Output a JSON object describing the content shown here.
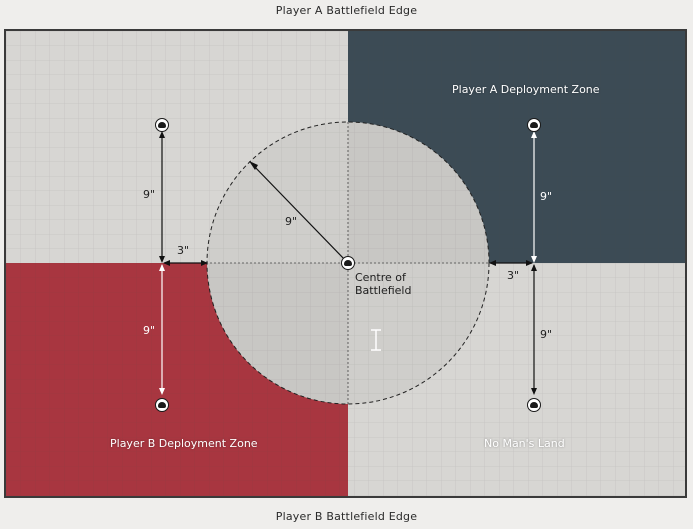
{
  "edges": {
    "top": "Player A Battlefield Edge",
    "bottom": "Player B Battlefield Edge"
  },
  "zones": {
    "player_a": "Player A Deployment Zone",
    "player_b": "Player B Deployment Zone",
    "no_mans_land": "No Man's Land"
  },
  "centre": {
    "line1": "Centre of",
    "line2": "Battlefield"
  },
  "distances": {
    "upper_left": "9\"",
    "lower_left": "9\"",
    "left_gap": "3\"",
    "radius": "9\"",
    "upper_right": "9\"",
    "right_gap": "3\"",
    "lower_right": "9\""
  },
  "colors": {
    "player_a_zone": "#3c4b55",
    "player_b_zone": "#a83640",
    "neutral": "#d7d6d3",
    "circle_fill": "#c9c8c5"
  },
  "icons": {
    "objective": "skull-objective-marker"
  }
}
